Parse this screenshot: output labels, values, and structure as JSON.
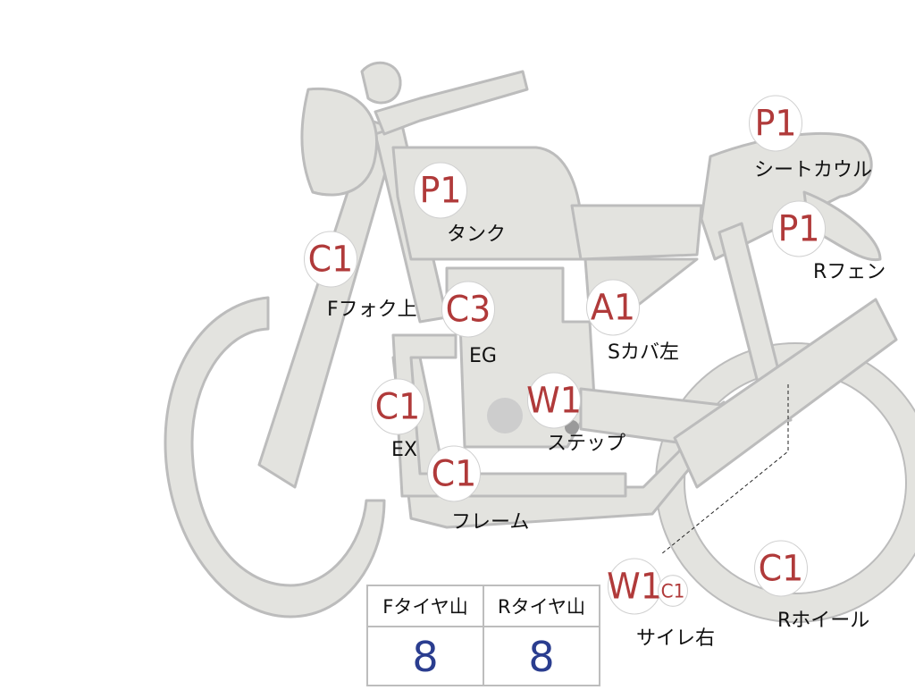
{
  "colors": {
    "body_fill": "#e3e3df",
    "body_stroke": "#bcbcbc",
    "marker_text": "#b03a3a",
    "table_value": "#2a3d8f"
  },
  "markers": [
    {
      "id": "tank",
      "code": "P1",
      "label": "タンク"
    },
    {
      "id": "fork",
      "code": "C1",
      "label": "Fフォク上"
    },
    {
      "id": "engine",
      "code": "C3",
      "label": "EG"
    },
    {
      "id": "side-cover",
      "code": "A1",
      "label": "Sカバ左"
    },
    {
      "id": "exhaust",
      "code": "C1",
      "label": "EX"
    },
    {
      "id": "step",
      "code": "W1",
      "label": "ステップ"
    },
    {
      "id": "frame",
      "code": "C1",
      "label": "フレーム"
    },
    {
      "id": "seat-cowl",
      "code": "P1",
      "label": "シートカウル"
    },
    {
      "id": "rear-fender",
      "code": "P1",
      "label": "Rフェン"
    },
    {
      "id": "muffler-right",
      "code": "W1",
      "code2": "C1",
      "label": "サイレ右"
    },
    {
      "id": "rear-wheel",
      "code": "C1",
      "label": "Rホイール"
    }
  ],
  "tire_table": {
    "front_header": "Fタイヤ山",
    "rear_header": "Rタイヤ山",
    "front_value": "8",
    "rear_value": "8"
  }
}
